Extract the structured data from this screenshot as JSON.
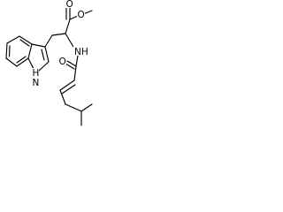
{
  "structure": {
    "labels": {
      "ester_o_carbonyl": "O",
      "ester_o_methoxy": "O",
      "amide_nh": "NH",
      "indole_nh": "H",
      "indole_n": "N",
      "amide_o": "O"
    },
    "colors": {
      "bond": "#000000",
      "text": "#000000",
      "background": "#ffffff"
    }
  }
}
